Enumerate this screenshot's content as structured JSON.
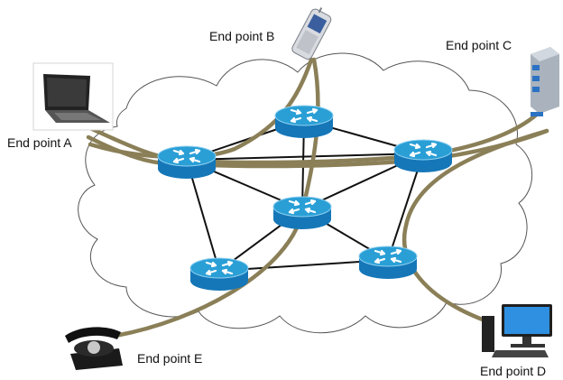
{
  "labels": {
    "a": "End point A",
    "b": "End point B",
    "c": "End point C",
    "d": "End point D",
    "e": "End point E"
  },
  "icons": {
    "a": "laptop-icon",
    "b": "mobile-phone-icon",
    "c": "server-icon",
    "d": "desktop-computer-icon",
    "e": "rotary-telephone-icon",
    "router": "router-icon",
    "cloud": "network-cloud"
  },
  "colors": {
    "router_top": "#2a9fd6",
    "router_side": "#1577b8",
    "path": "#8a7f57",
    "link": "#111111"
  }
}
